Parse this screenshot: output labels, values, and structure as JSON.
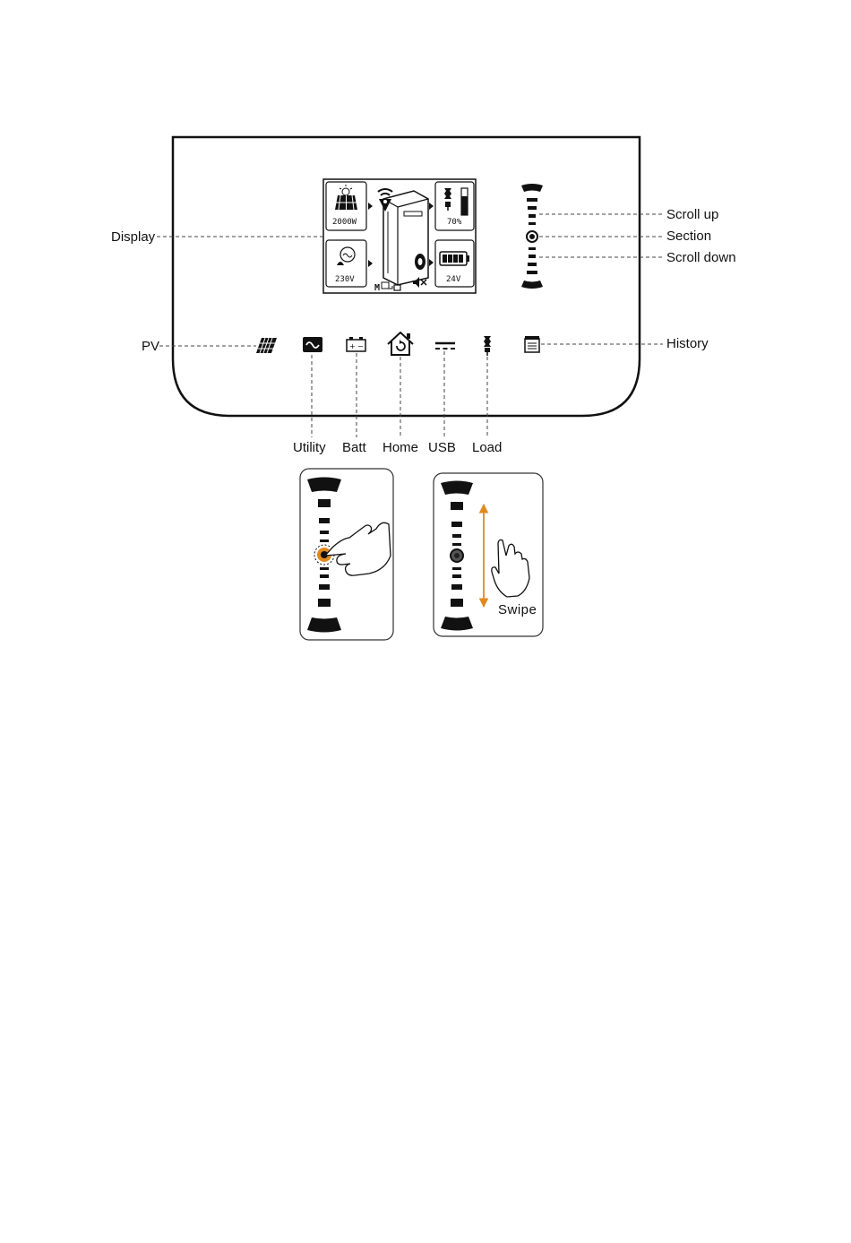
{
  "callouts": {
    "display": "Display",
    "pv": "PV",
    "history": "History",
    "scroll_up": "Scroll up",
    "section": "Section",
    "scroll_down": "Scroll down",
    "utility": "Utility",
    "batt": "Batt",
    "home": "Home",
    "usb": "USB",
    "load": "Load"
  },
  "screen": {
    "pv_power": "2000W",
    "load_percent": "70%",
    "utility_voltage": "230V",
    "battery_voltage": "24V"
  },
  "gesture": {
    "swipe_label": "Swipe"
  },
  "icons": {
    "pv": "solar-panel-icon",
    "utility": "ac-wave-icon",
    "battery": "battery-icon",
    "home": "home-icon",
    "usb": "dc-icon",
    "load": "bulb-icon",
    "history": "history-icon",
    "wifi": "wifi-icon",
    "mute": "mute-icon"
  },
  "colors": {
    "line": "#111111",
    "accent": "#e08a1e"
  }
}
